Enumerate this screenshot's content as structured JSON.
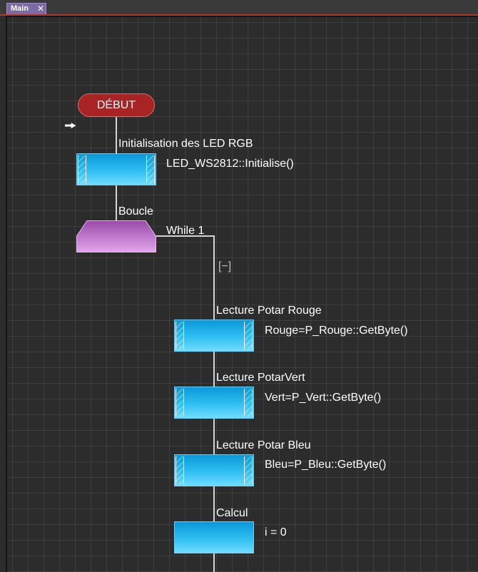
{
  "tabs": [
    {
      "label": "Main",
      "close_icon": "close-icon"
    }
  ],
  "flowchart": {
    "start": {
      "label": "DÉBUT"
    },
    "entry_marker": {
      "icon": "arrow-right-icon",
      "glyph": "🠚"
    },
    "init": {
      "title": "Initialisation des LED RGB",
      "code": "LED_WS2812::Initialise()"
    },
    "loop": {
      "title": "Boucle",
      "condition": "While 1",
      "collapse_label": "[−]"
    },
    "read_red": {
      "title": "Lecture Potar Rouge",
      "code": "Rouge=P_Rouge::GetByte()"
    },
    "read_green": {
      "title": "Lecture PotarVert",
      "code": "Vert=P_Vert::GetByte()"
    },
    "read_blue": {
      "title": "Lecture Potar Bleu",
      "code": "Bleu=P_Bleu::GetByte()"
    },
    "calc": {
      "title": "Calcul",
      "code": "i = 0"
    }
  },
  "colors": {
    "background": "#2c2c2c",
    "start_fill": "#a82424",
    "call_fill": "#30bff2",
    "loop_fill": "#c77ad6",
    "tab_fill": "#7b6aa6",
    "connector": "#d4d4d4"
  }
}
